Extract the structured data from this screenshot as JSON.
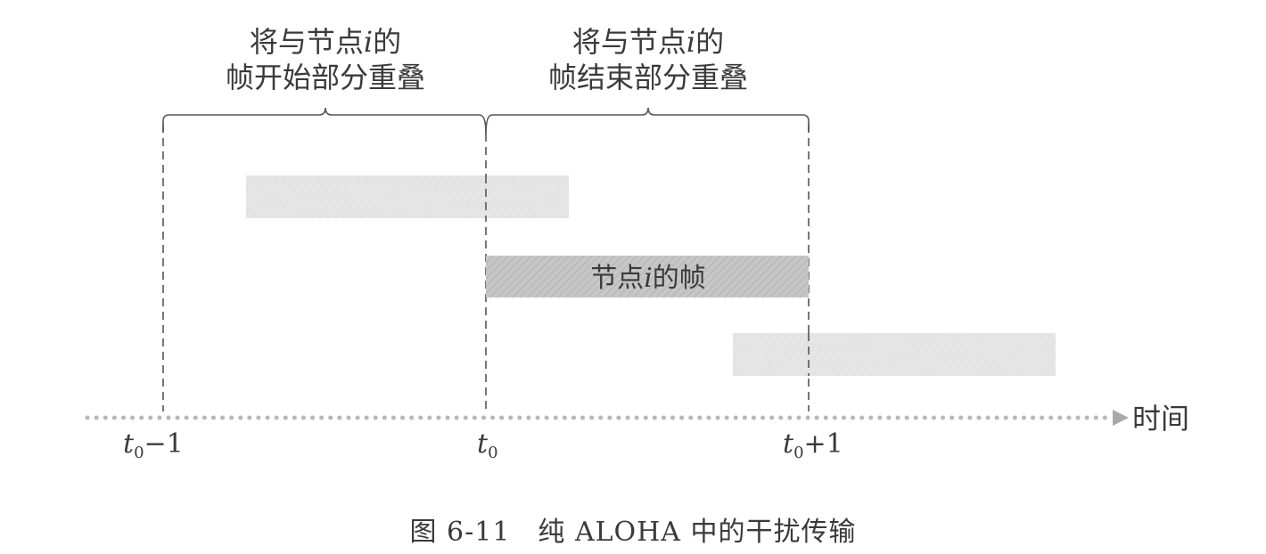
{
  "labels": {
    "start_overlap_line1": "将与节点",
    "start_overlap_var": "i",
    "start_overlap_line1_tail": "的",
    "start_overlap_line2": "帧开始部分重叠",
    "end_overlap_line1": "将与节点",
    "end_overlap_var": "i",
    "end_overlap_line1_tail": "的",
    "end_overlap_line2": "帧结束部分重叠",
    "frame_prefix": "节点",
    "frame_var": "i",
    "frame_suffix": "的帧",
    "axis_label": "时间"
  },
  "ticks": {
    "t": "t",
    "sub": "0",
    "minus_one": "−1",
    "plus_one": "+1"
  },
  "caption": "图 6-11　纯 ALOHA 中的干扰传输",
  "colors": {
    "light_frame": "#e4e4e4",
    "node_frame": "#c4c4c4",
    "line": "#555555",
    "axis_dots": "#b8b8b8",
    "arrow": "#a8a8a8"
  }
}
